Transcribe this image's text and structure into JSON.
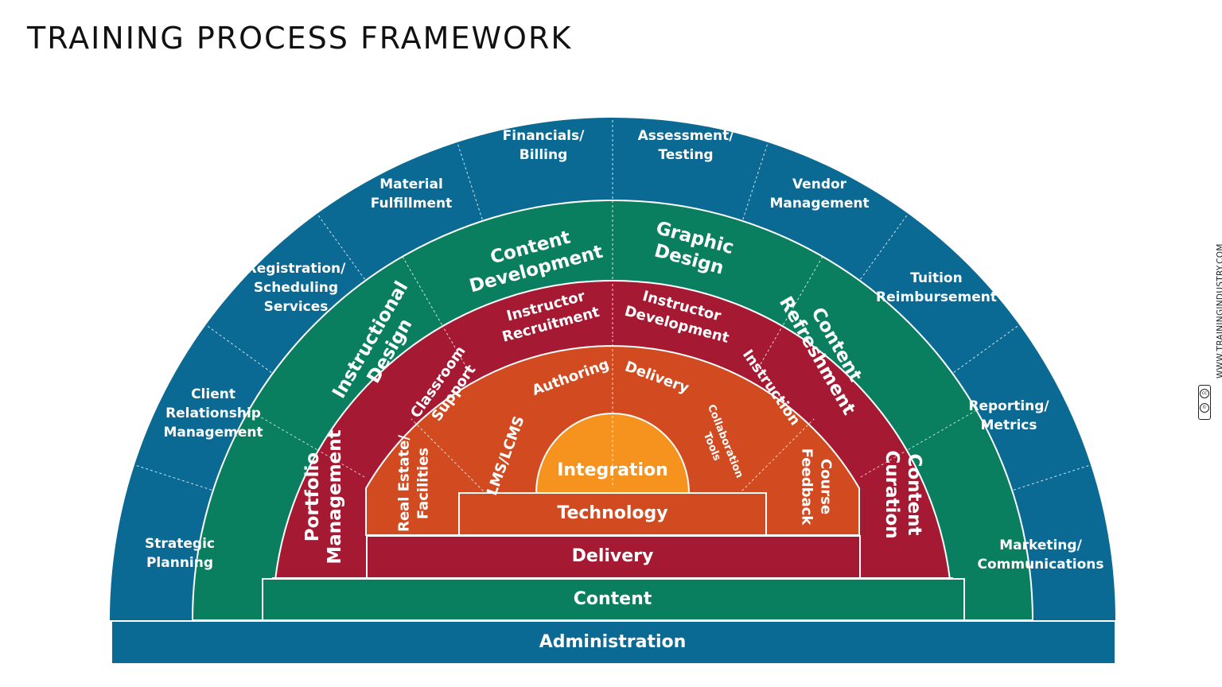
{
  "title": "TRAINING PROCESS FRAMEWORK",
  "credit": "WWW.TRAININGINDUSTRY.COM",
  "colors": {
    "administration": "#0b6a94",
    "content": "#0a7f5f",
    "delivery": "#a51a32",
    "technology": "#d24a1f",
    "integration": "#f6921e"
  },
  "bars": {
    "administration": "Administration",
    "content": "Content",
    "delivery": "Delivery",
    "technology": "Technology",
    "integration": "Integration"
  },
  "rings": {
    "administration": [
      {
        "id": "strategic-planning",
        "lines": [
          "Strategic",
          "Planning"
        ]
      },
      {
        "id": "client-relationship-management",
        "lines": [
          "Client",
          "Relationship",
          "Management"
        ]
      },
      {
        "id": "registration-scheduling-services",
        "lines": [
          "Registration/",
          "Scheduling",
          "Services"
        ]
      },
      {
        "id": "material-fulfillment",
        "lines": [
          "Material",
          "Fulfillment"
        ]
      },
      {
        "id": "financials-billing",
        "lines": [
          "Financials/",
          "Billing"
        ]
      },
      {
        "id": "assessment-testing",
        "lines": [
          "Assessment/",
          "Testing"
        ]
      },
      {
        "id": "vendor-management",
        "lines": [
          "Vendor",
          "Management"
        ]
      },
      {
        "id": "tuition-reimbursement",
        "lines": [
          "Tuition",
          "Reimbursement"
        ]
      },
      {
        "id": "reporting-metrics",
        "lines": [
          "Reporting/",
          "Metrics"
        ]
      },
      {
        "id": "marketing-communications",
        "lines": [
          "Marketing/",
          "Communications"
        ]
      }
    ],
    "content": [
      {
        "id": "portfolio-management",
        "lines": [
          "Portfolio",
          "Management"
        ]
      },
      {
        "id": "instructional-design",
        "lines": [
          "Instructional",
          "Design"
        ]
      },
      {
        "id": "content-development",
        "lines": [
          "Content",
          "Development"
        ]
      },
      {
        "id": "graphic-design",
        "lines": [
          "Graphic",
          "Design"
        ]
      },
      {
        "id": "content-refreshment",
        "lines": [
          "Content",
          "Refreshment"
        ]
      },
      {
        "id": "content-curation",
        "lines": [
          "Content",
          "Curation"
        ]
      }
    ],
    "delivery": [
      {
        "id": "real-estate-facilities",
        "lines": [
          "Real Estate/",
          "Facilities"
        ]
      },
      {
        "id": "classroom-support",
        "lines": [
          "Classroom",
          "Support"
        ]
      },
      {
        "id": "instructor-recruitment",
        "lines": [
          "Instructor",
          "Recruitment"
        ]
      },
      {
        "id": "instructor-development",
        "lines": [
          "Instructor",
          "Development"
        ]
      },
      {
        "id": "instruction",
        "lines": [
          "Instruction"
        ]
      },
      {
        "id": "course-feedback",
        "lines": [
          "Course",
          "Feedback"
        ]
      }
    ],
    "technology": [
      {
        "id": "lms-lcms",
        "lines": [
          "LMS/LCMS"
        ]
      },
      {
        "id": "authoring",
        "lines": [
          "Authoring"
        ]
      },
      {
        "id": "delivery-tech",
        "lines": [
          "Delivery"
        ]
      },
      {
        "id": "collaboration-tools",
        "lines": [
          "Collaboration",
          "Tools"
        ]
      }
    ]
  }
}
